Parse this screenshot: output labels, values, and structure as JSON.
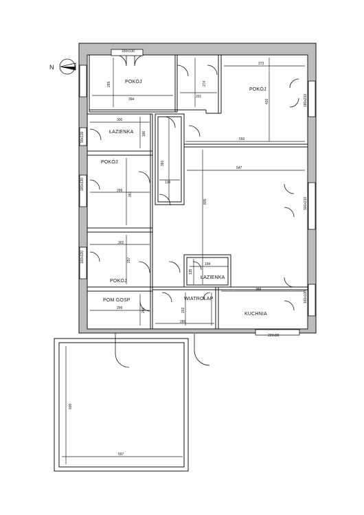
{
  "rooms": {
    "pokoj_top": "POKÓJ",
    "pokoj_right": "POKÓJ",
    "lazienka_top": "ŁAZIENKA",
    "pokoj_left_mid": "POKÓJ",
    "pokoj_left_low": "POKÓJ",
    "lazienka_center": "ŁAZIENKA",
    "pom_gosp": "POM GOSP",
    "wiatrolap": "WIATROŁAP",
    "kuchnia": "KUCHNIA"
  },
  "dimensions": {
    "d160x130_top": "160x130",
    "d265": "265",
    "d394": "394",
    "d274": "274",
    "d201": "201",
    "d373": "373",
    "d420": "420",
    "d180x210": "180x210",
    "d300": "300",
    "d186": "186",
    "d90x130": "90x130",
    "d550": "550",
    "d391": "391",
    "d139": "139",
    "d547": "547",
    "d160x130_left1": "160x130",
    "d299_a": "299",
    "d351": "351",
    "d805": "805",
    "d300x210": "300x210",
    "d302": "302",
    "d257": "257",
    "d160x130_left2": "160x130",
    "d194": "194",
    "d135": "135",
    "d389": "389",
    "d160x130_right": "160x130",
    "d299_b": "299",
    "d201_b": "201",
    "d202": "202",
    "d289": "289",
    "d220x80": "220x80",
    "d600": "600",
    "d597": "597"
  },
  "north_label": "N"
}
